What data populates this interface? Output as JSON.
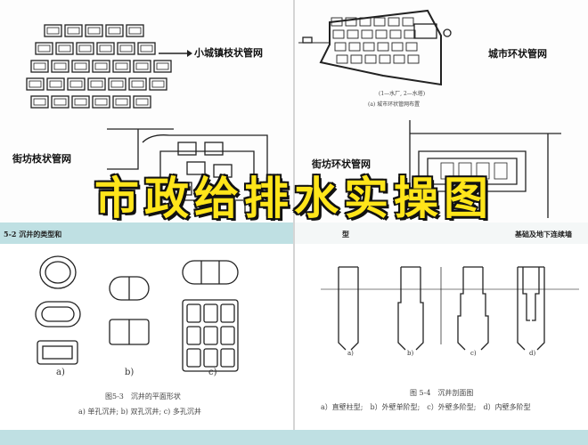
{
  "title": "市政给排水实操图",
  "top_left": {
    "small_town_label": "小城镇枝状管网",
    "block_label": "街坊枝状管网"
  },
  "top_right": {
    "city_label": "城市环状管网",
    "legend_note": "(1—水厂, 2—水塔)",
    "map_caption": "(a) 城市环状管网布置",
    "block_label": "街坊环状管网"
  },
  "bottom_left": {
    "header": "5-2 沉井的类型和",
    "sub_labels": [
      "a)",
      "b)",
      "c)"
    ],
    "figure_caption": "图5-3　沉井的平面形状",
    "figure_legend": "a) 单孔沉井; b) 双孔沉井; c) 多孔沉井"
  },
  "bottom_right": {
    "header_left": "型",
    "header_right": "基础及地下连续墙",
    "sub_labels": [
      "a)",
      "b)",
      "c)",
      "d)"
    ],
    "figure_caption": "图 5-4　沉井剖面图",
    "figure_legend": "a）直壁柱型;　b）外壁单阶型;　c）外壁多阶型;　d）内壁多阶型"
  },
  "colors": {
    "band": "#bfe0e3",
    "title_fill": "#ffe51a",
    "title_outline": "#111111"
  }
}
